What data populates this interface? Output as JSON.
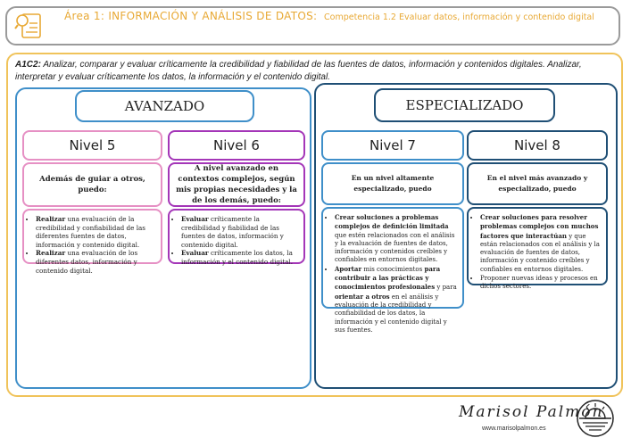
{
  "header": {
    "area": "Área 1: INFORMACIÓN Y ANÁLISIS DE DATOS:",
    "competence": "Competencia 1.2 Evaluar datos, información y contenido digital"
  },
  "intro": {
    "code": "A1C2:",
    "text": " Analizar, comparar y evaluar críticamente la credibilidad y fiabilidad de las fuentes de datos, información y contenidos digitales.  Analizar, interpretar y evaluar críticamente los datos, la información y el contenido digital."
  },
  "columns": {
    "advanced": {
      "title": "AVANZADO"
    },
    "specialized": {
      "title": "ESPECIALIZADO"
    }
  },
  "levels": [
    {
      "title": "Nivel 5",
      "description": "Además de guiar a otros, puedo:",
      "items": [
        {
          "bold": "Realizar",
          "text": " una evaluación de la credibilidad y confiabilidad de las diferentes fuentes de datos, información y contenido digital."
        },
        {
          "bold": "Realizar",
          "text": " una evaluación de los diferentes datos, información y contenido digital."
        }
      ]
    },
    {
      "title": "Nivel 6",
      "description": "A nivel avanzado en contextos complejos, según mis propias necesidades y la de los demás, puedo:",
      "items": [
        {
          "bold": "Evaluar",
          "text": " críticamente la credibilidad y fiabilidad de las fuentes de datos, información y contenido digital."
        },
        {
          "bold": "Evaluar",
          "text": " críticamente los datos, la información y el contenido digital."
        }
      ]
    },
    {
      "title": "Nivel 7",
      "description": "En un nivel altamente especializado, puedo",
      "items": [
        {
          "bold": "Crear soluciones a problemas complejos de definición limitada",
          "text": " que estén relacionados con el análisis y la evaluación de fuentes de datos, información y contenidos creíbles y confiables en entornos digitales."
        },
        {
          "bold": "Aportar",
          "text": " mis conocimientos ",
          "bold2": "para contribuir a las prácticas y conocimientos profesionales",
          "text2": " y para ",
          "bold3": "orientar a otros",
          "text3": " en el análisis y evaluación de la credibilidad y confiabilidad de los datos, la información y el contenido digital y sus fuentes."
        }
      ]
    },
    {
      "title": "Nivel 8",
      "description": "En el nivel más avanzado y especializado, puedo",
      "items": [
        {
          "bold": "Crear soluciones para resolver problemas complejos con muchos factores que interactúan",
          "text": " y que están relacionados con el análisis y la evaluación de fuentes de datos, información y contenido creíbles y confiables en entornos digitales."
        },
        {
          "bold": "",
          "text": "Proponer nuevas ideas y procesos en dichos sectores."
        }
      ]
    }
  ],
  "footer": {
    "brand": "Marisol Palmón",
    "url": "www.marisolpalmon.es"
  },
  "colors": {
    "header_text": "#e8a935",
    "main_border": "#f0c35a",
    "advanced_border": "#3f8fc9",
    "specialized_border": "#1f4f75",
    "nivel5_border": "#e690c4",
    "nivel6_border": "#a436b8"
  },
  "icons": {
    "header": "document-search-icon",
    "logo": "sun-over-sea-logo"
  }
}
